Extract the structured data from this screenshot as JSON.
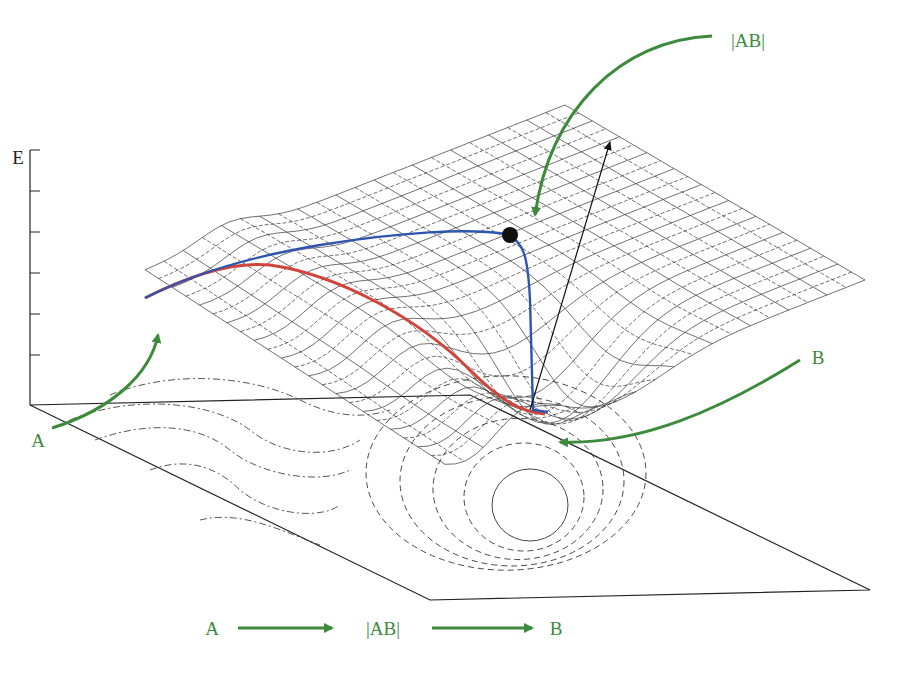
{
  "diagram": {
    "labels": [
      "E",
      "|AB|",
      "B",
      "A",
      "A",
      "|AB|",
      "B"
    ]
  }
}
